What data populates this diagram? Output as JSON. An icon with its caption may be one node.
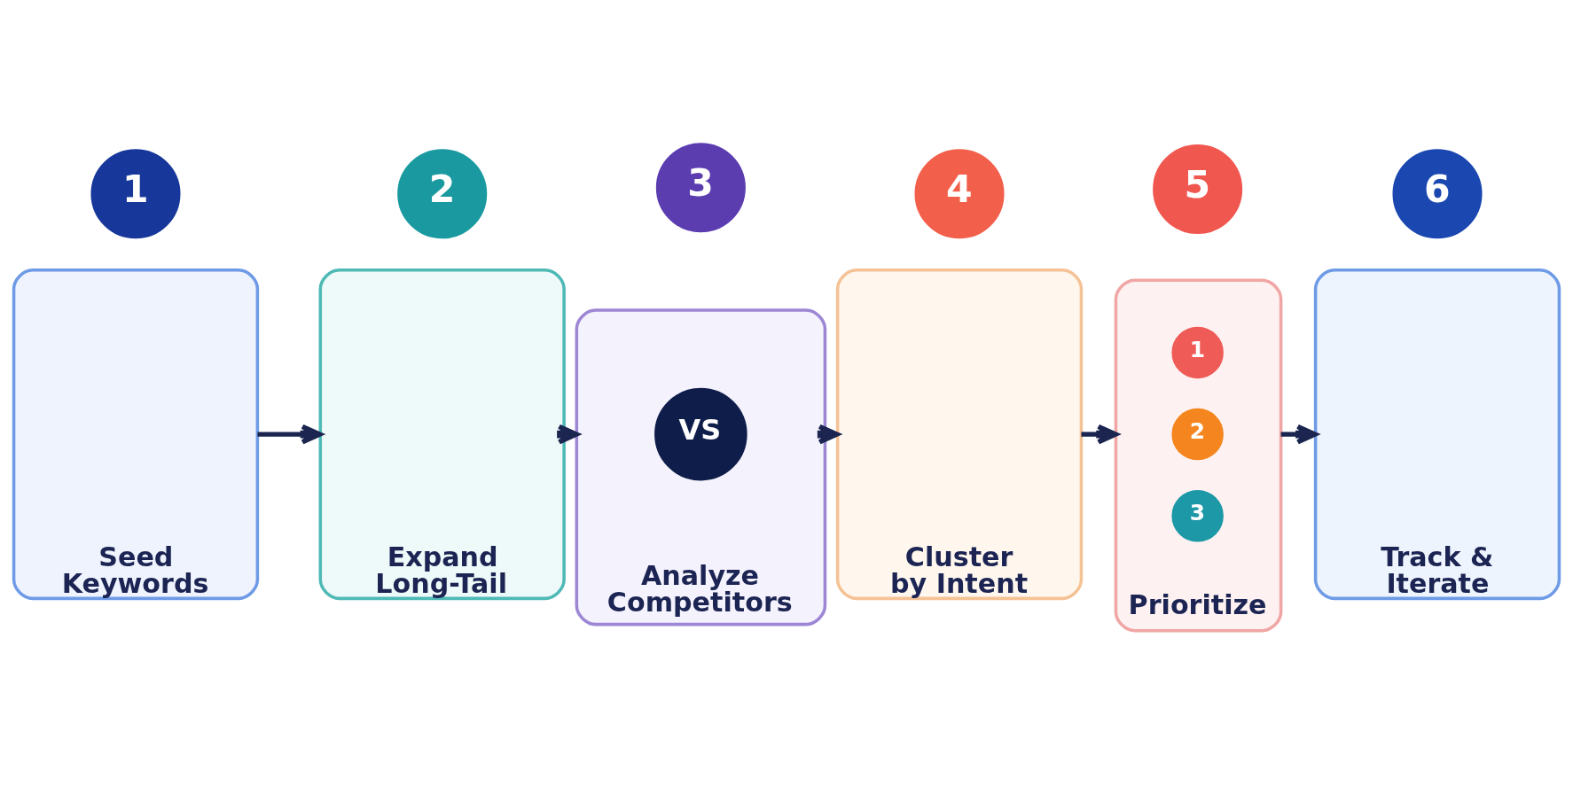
{
  "diagram": {
    "nodes": [
      {
        "text": [
          "1"
        ]
      },
      {
        "text": [
          "Seed Keywords"
        ]
      },
      {
        "text": [
          "2"
        ]
      },
      {
        "text": [
          "Expand Long-Tail"
        ]
      },
      {
        "text": [
          "3"
        ]
      },
      {
        "text": [
          "Analyze Competitors"
        ]
      },
      {
        "text": [
          "VS"
        ],
        "in": 5
      },
      {
        "text": [
          "4"
        ]
      },
      {
        "text": [
          "Cluster by Intent"
        ]
      },
      {
        "text": [
          "5"
        ]
      },
      {
        "text": [
          "Prioritize"
        ]
      },
      {
        "text": [
          "1"
        ],
        "in": 10
      },
      {
        "text": [
          "2"
        ],
        "in": 10
      },
      {
        "text": [
          "3"
        ],
        "in": 10
      },
      {
        "text": [
          "6"
        ]
      },
      {
        "text": [
          "Track & Iterate"
        ]
      }
    ],
    "edges": [
      {
        "from": 1,
        "to": 3,
        "arrow": "to"
      },
      {
        "from": 3,
        "to": 5,
        "arrow": "to"
      },
      {
        "from": 5,
        "to": 8,
        "arrow": "to"
      },
      {
        "from": 8,
        "to": 10,
        "arrow": "to"
      },
      {
        "from": 10,
        "to": 15,
        "arrow": "to"
      }
    ]
  }
}
